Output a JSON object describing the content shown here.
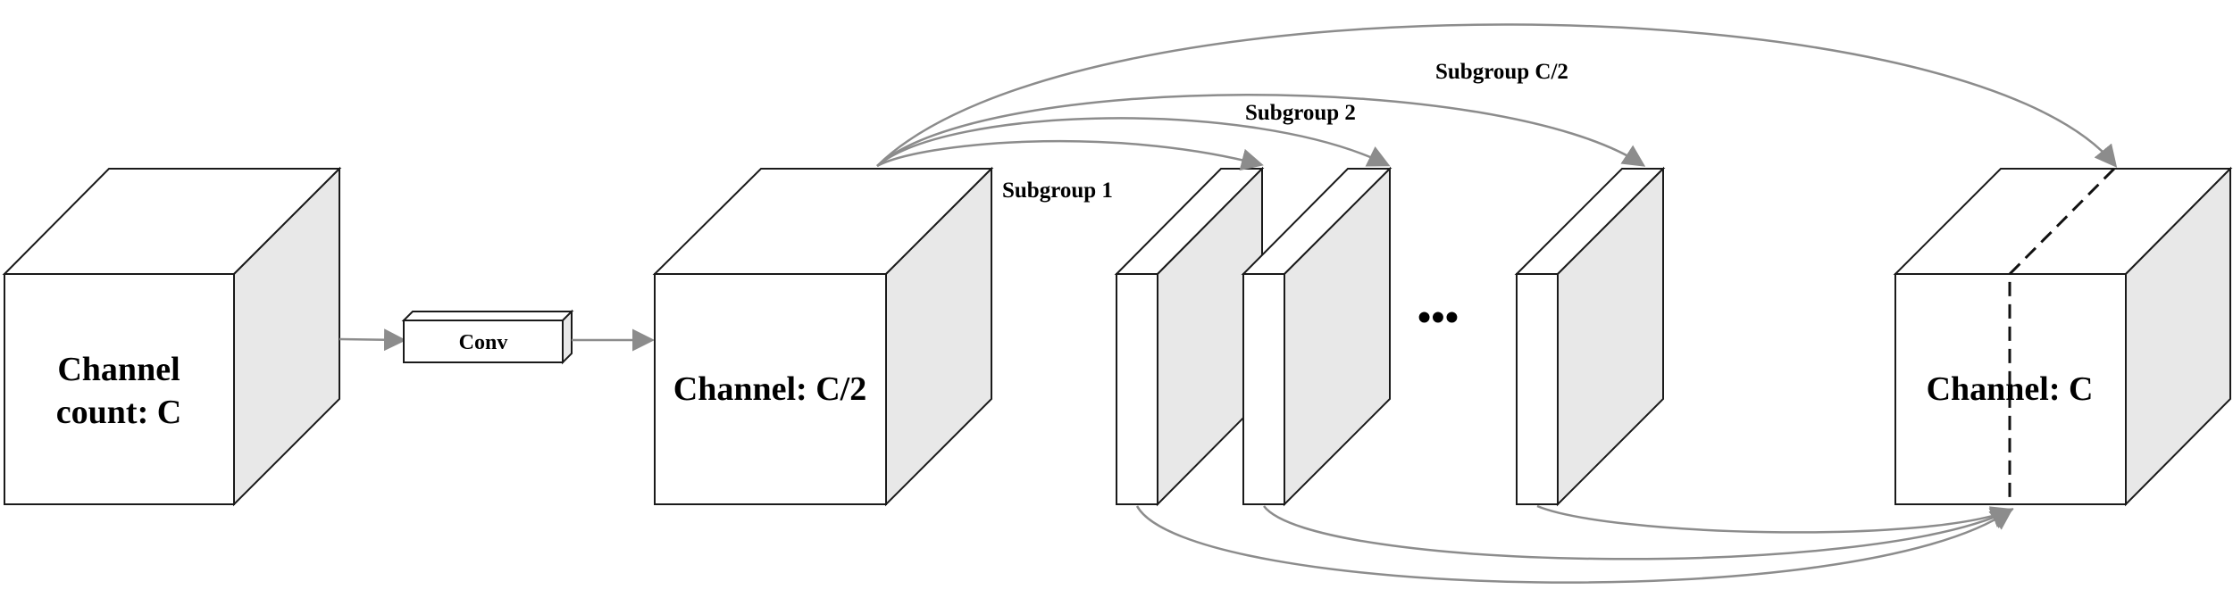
{
  "input_cube": {
    "line1": "Channel",
    "line2": "count: C"
  },
  "conv_block": {
    "label": "Conv"
  },
  "middle_cube": {
    "label": "Channel: C/2"
  },
  "subgroups": {
    "first": "Subgroup 1",
    "second": "Subgroup 2",
    "last": "Subgroup C/2"
  },
  "ellipsis": "•••",
  "output_cube": {
    "label": "Channel: C"
  },
  "colors": {
    "arrow": "#8c8c8c",
    "side_face": "#e8e8e8",
    "outline": "#1a1a1a"
  }
}
